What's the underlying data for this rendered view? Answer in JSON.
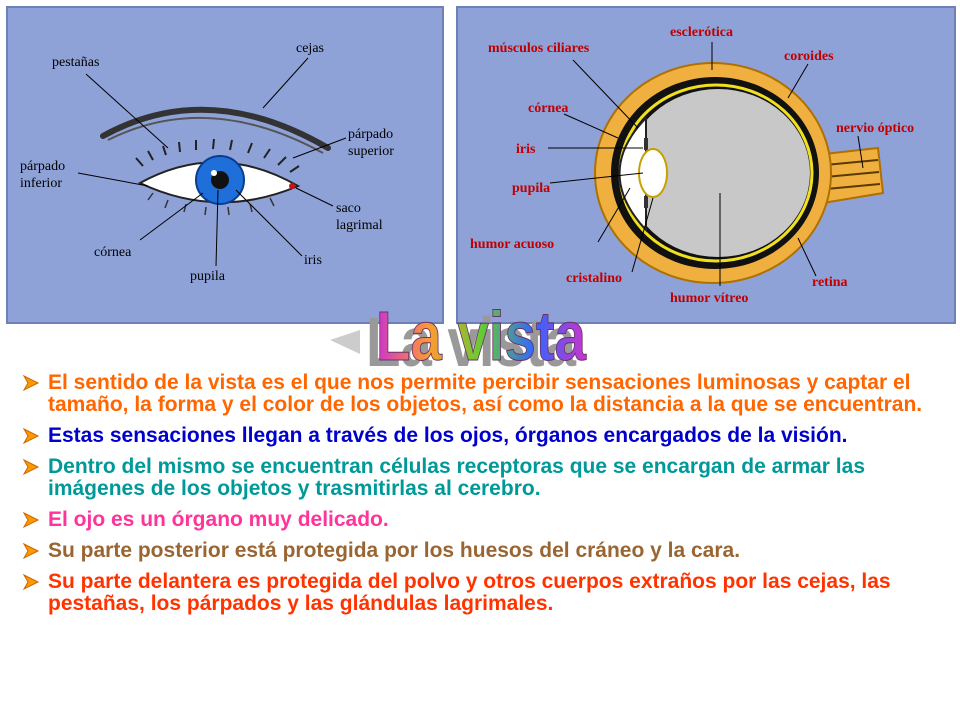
{
  "title": "La vista",
  "colors": {
    "panel": "#8ea2d8",
    "bullet_arrow": "#ff9900",
    "bullet1": "#ff6600",
    "bullet2": "#0000cc",
    "bullet3": "#009999",
    "bullet4": "#ff3399",
    "bullet5": "#996633",
    "bullet6": "#ff3300"
  },
  "external_eye": {
    "labels": {
      "pestanas": "pestañas",
      "cejas": "cejas",
      "parpado_superior_1": "párpado",
      "parpado_superior_2": "superior",
      "parpado_inferior_1": "párpado",
      "parpado_inferior_2": "inferior",
      "saco_lagrimal_1": "saco",
      "saco_lagrimal_2": "lagrimal",
      "cornea": "córnea",
      "pupila": "pupila",
      "iris": "iris"
    }
  },
  "internal_eye": {
    "labels": {
      "esclerotica": "esclerótica",
      "musculos_ciliares": "músculos ciliares",
      "coroides": "coroides",
      "cornea": "córnea",
      "nervio_optico": "nervio óptico",
      "iris": "iris",
      "pupila": "pupila",
      "humor_acuoso": "humor acuoso",
      "cristalino": "cristalino",
      "retina": "retina",
      "humor_vitreo": "humor vítreo"
    }
  },
  "bullets": [
    "El sentido de la vista es el que nos permite percibir sensaciones luminosas y captar el tamaño, la forma y el color de los objetos, así como la distancia a la que se encuentran.",
    "Estas sensaciones llegan a través de los ojos, órganos encargados de la visión.",
    " Dentro del mismo se encuentran células receptoras que se encargan de armar las imágenes de los objetos y trasmitirlas al cerebro.",
    "El ojo es un órgano muy delicado.",
    "Su parte posterior está protegida por los huesos del cráneo y la cara.",
    "Su parte delantera es protegida del polvo y otros cuerpos extraños por las cejas, las pestañas, los párpados y las glándulas lagrimales."
  ]
}
